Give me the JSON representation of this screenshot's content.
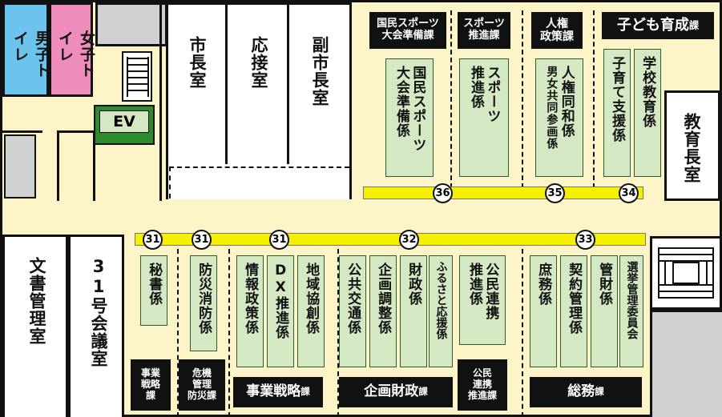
{
  "restrooms": {
    "mens": "男子トイレ",
    "womens": "女子トイレ"
  },
  "elevator": "EV",
  "rooms": {
    "mayor": "市長室",
    "reception": "応接室",
    "vice_mayor": "副市長室",
    "education_chief": "教育長室",
    "document_storage": "文書管理室",
    "meeting_room_31": "31号会議室"
  },
  "top_departments": [
    {
      "name": "国民スポーツ大会準備課",
      "lines": [
        "国民スポーツ",
        "大会準備課"
      ]
    },
    {
      "name": "スポーツ推進課",
      "lines": [
        "スポーツ",
        "推進課"
      ]
    },
    {
      "name": "人権政策課",
      "lines": [
        "人権",
        "政策課"
      ]
    },
    {
      "name": "子ども育成課",
      "main": "子ども育成",
      "suffix": "課"
    }
  ],
  "top_sections": {
    "kokumin_sports_prep": [
      "大会準備係",
      "国民スポーツ"
    ],
    "sports_promotion": [
      "推進係",
      "スポーツ"
    ],
    "human_rights": [
      "人権同和係",
      "男女共同参画係"
    ],
    "childcare_support": "子育て支援係",
    "school_education": "学校教育係"
  },
  "counters_top": [
    "36",
    "35",
    "34"
  ],
  "counters_bottom": [
    "31",
    "31",
    "31",
    "32",
    "33"
  ],
  "bottom_sections": {
    "secretary": "秘書係",
    "disaster_prevention": "防災消防係",
    "info_policy": "情報政策係",
    "dx_promotion": "DX推進係",
    "regional_collab": "地域協創係",
    "public_transport": "公共交通係",
    "planning_coord": "企画調整係",
    "finance": "財政係",
    "hometown_tax": "ふるさと応援係",
    "public_private": [
      "公民連携",
      "推進係"
    ],
    "general_affairs": "庶務係",
    "contracts": "契約管理係",
    "asset_mgmt": "管財係",
    "election_committee": "選挙管理委員会"
  },
  "bottom_departments": {
    "business_strategy_small": [
      "事業",
      "戦略",
      "課"
    ],
    "crisis_management": [
      "危機",
      "管理",
      "防災課"
    ],
    "business_strategy": {
      "main": "事業戦略",
      "suffix": "課"
    },
    "planning_finance": {
      "main": "企画財政",
      "suffix": "課"
    },
    "public_private_promo": [
      "公民",
      "連携",
      "推進課"
    ],
    "general_affairs_dept": {
      "main": "総務",
      "suffix": "課"
    }
  },
  "colors": {
    "floor": "#fdf5c8",
    "desk": "#d4e8c4",
    "counter": "#f4f000",
    "mens_restroom": "#6cc4ee",
    "womens_restroom": "#ee8cbc",
    "elevator": "#2f8a2f"
  }
}
